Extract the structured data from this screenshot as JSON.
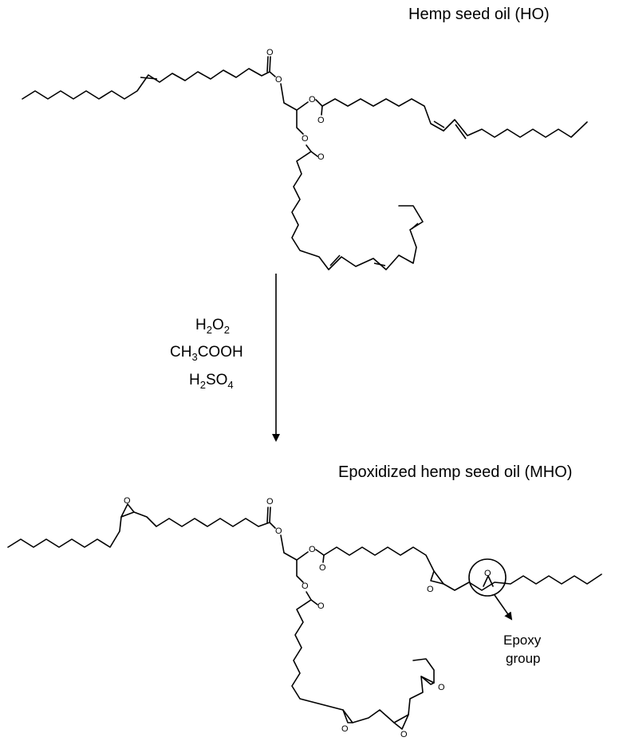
{
  "reactant": {
    "title": "Hemp seed oil (HO)",
    "atom_o": "O"
  },
  "reagents": {
    "h2o2": [
      "H",
      "2",
      "O",
      "2"
    ],
    "acetic": [
      "CH",
      "3",
      "COOH"
    ],
    "sulfuric": [
      "H",
      "2",
      "SO",
      "4"
    ]
  },
  "product": {
    "title": "Epoxidized hemp seed oil (MHO)",
    "atom_o": "O"
  },
  "callout": {
    "line1": "Epoxy",
    "line2": "group"
  },
  "colors": {
    "ink": "#000000",
    "background": "#ffffff"
  }
}
